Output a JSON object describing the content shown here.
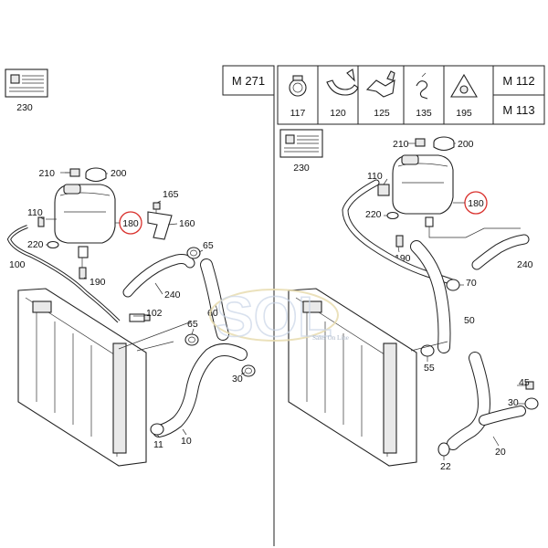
{
  "engine_codes": {
    "left": "M 271",
    "right_top": "M 112",
    "right_bottom": "M 113"
  },
  "legend_parts": [
    "117",
    "120",
    "125",
    "135",
    "195"
  ],
  "labels_left": {
    "l230": "230",
    "l210": "210",
    "l200": "200",
    "l165": "165",
    "l110": "110",
    "l180": "180",
    "l160": "160",
    "l220": "220",
    "l65a": "65",
    "l100": "100",
    "l190": "190",
    "l240": "240",
    "l102": "102",
    "l60": "60",
    "l65b": "65",
    "l30": "30",
    "l11": "11",
    "l10": "10"
  },
  "labels_right": {
    "l230": "230",
    "l210": "210",
    "l200": "200",
    "l110": "110",
    "l180": "180",
    "l220": "220",
    "l190": "190",
    "l240": "240",
    "l70": "70",
    "l50": "50",
    "l55": "55",
    "l45": "45",
    "l30": "30",
    "l20": "20",
    "l22": "22"
  },
  "watermark": {
    "brand": "SOL",
    "tagline": "Sales On Line"
  }
}
